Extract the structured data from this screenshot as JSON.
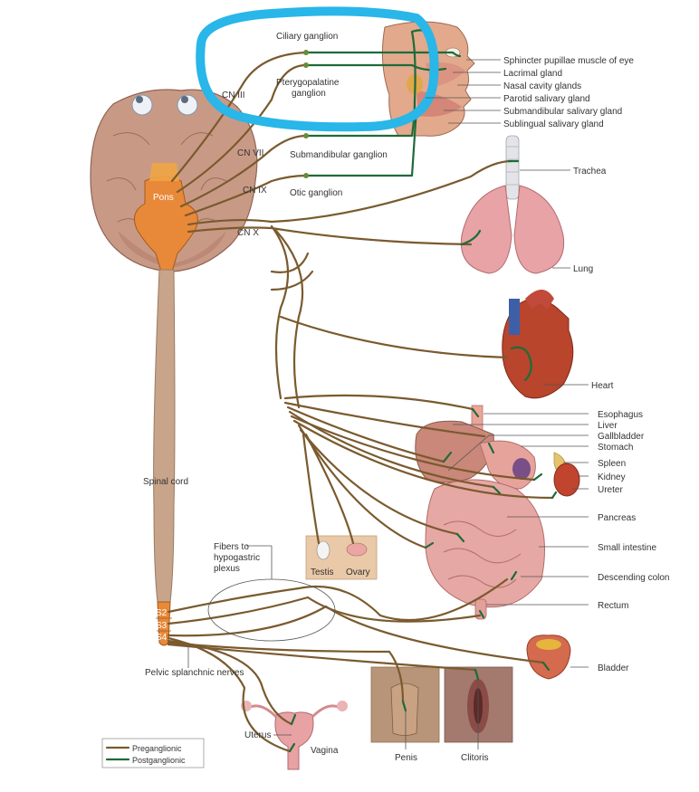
{
  "colors": {
    "preganglionic": "#7a5a2e",
    "postganglionic": "#1d6b3a",
    "highlight": "#29b6e8",
    "brain": "#c89a86",
    "brainstem": "#e8893a",
    "spinal_cord": "#c7a48a",
    "organ_pink": "#e7a3a6",
    "heart": "#b8452c"
  },
  "labels": {
    "ciliary_ganglion": "Ciliary ganglion",
    "cn3": "CN III",
    "pterygopalatine_1": "Pterygopalatine",
    "pterygopalatine_2": "ganglion",
    "cn7": "CN VII",
    "submandibular_ganglion": "Submandibular ganglion",
    "cn9": "CN IX",
    "otic_ganglion": "Otic ganglion",
    "cn10": "CN X",
    "pons": "Pons",
    "spinal_cord": "Spinal cord",
    "s2": "S2",
    "s3": "S3",
    "s4": "S4",
    "pelvic_splanchnic": "Pelvic splanchnic nerves",
    "fibers_1": "Fibers to",
    "fibers_2": "hypogastric",
    "fibers_3": "plexus",
    "testis": "Testis",
    "ovary": "Ovary",
    "uterus": "Uterus",
    "vagina": "Vagina",
    "penis": "Penis",
    "clitoris": "Clitoris"
  },
  "right_labels": [
    "Sphincter pupillae muscle of eye",
    "Lacrimal gland",
    "Nasal cavity glands",
    "Parotid salivary gland",
    "Submandibular salivary gland",
    "Sublingual salivary gland",
    "Trachea",
    "Lung",
    "Heart",
    "Esophagus",
    "Liver",
    "Gallbladder",
    "Stomach",
    "Spleen",
    "Kidney",
    "Ureter",
    "Pancreas",
    "Small intestine",
    "Descending colon",
    "Rectum",
    "Bladder"
  ],
  "legend": {
    "preganglionic": "Preganglionic",
    "postganglionic": "Postganglionic"
  }
}
